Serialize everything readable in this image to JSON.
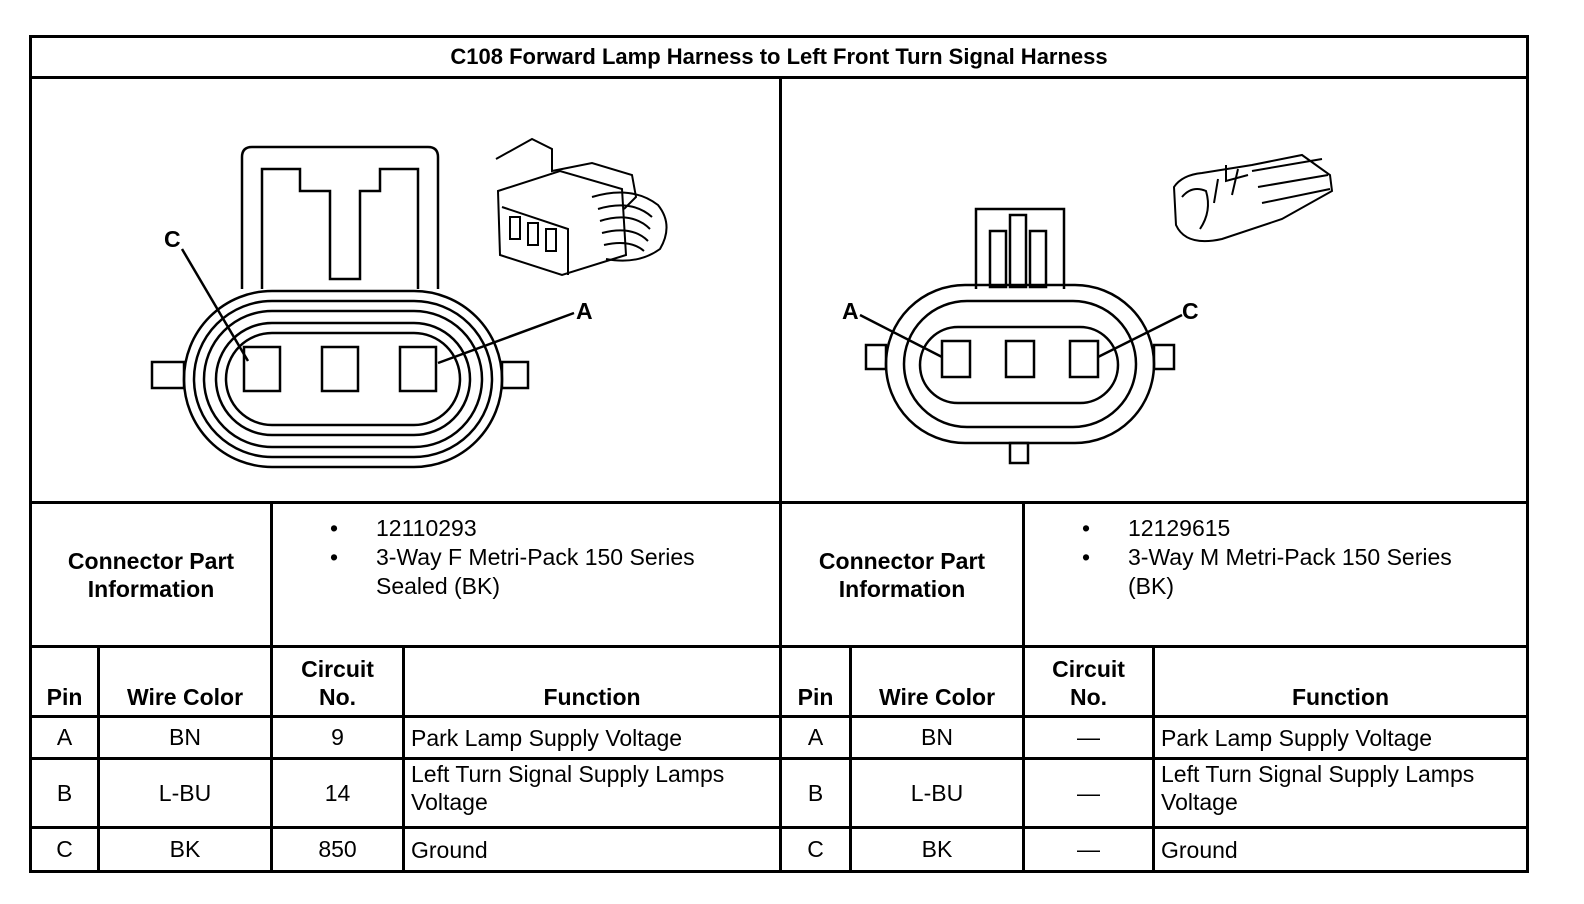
{
  "title": "C108 Forward Lamp Harness to Left Front Turn Signal Harness",
  "left_connector": {
    "pin_labels": {
      "c": "C",
      "a": "A"
    },
    "part_info_label": [
      "Connector Part",
      "Information"
    ],
    "part_info": [
      "12110293",
      "3-Way F Metri-Pack 150 Series",
      "Sealed (BK)"
    ],
    "headers": {
      "pin": "Pin",
      "wire_color": "Wire Color",
      "circuit": [
        "Circuit",
        "No."
      ],
      "function": "Function"
    },
    "rows": [
      {
        "pin": "A",
        "wire_color": "BN",
        "circuit": "9",
        "function": [
          "Park Lamp Supply Voltage"
        ]
      },
      {
        "pin": "B",
        "wire_color": "L-BU",
        "circuit": "14",
        "function": [
          "Left Turn Signal Supply Lamps",
          "Voltage"
        ]
      },
      {
        "pin": "C",
        "wire_color": "BK",
        "circuit": "850",
        "function": [
          "Ground"
        ]
      }
    ]
  },
  "right_connector": {
    "pin_labels": {
      "a": "A",
      "c": "C"
    },
    "part_info_label": [
      "Connector Part",
      "Information"
    ],
    "part_info": [
      "12129615",
      "3-Way M Metri-Pack 150 Series",
      "(BK)"
    ],
    "headers": {
      "pin": "Pin",
      "wire_color": "Wire Color",
      "circuit": [
        "Circuit",
        "No."
      ],
      "function": "Function"
    },
    "rows": [
      {
        "pin": "A",
        "wire_color": "BN",
        "circuit": "—",
        "function": [
          "Park Lamp Supply Voltage"
        ]
      },
      {
        "pin": "B",
        "wire_color": "L-BU",
        "circuit": "—",
        "function": [
          "Left Turn Signal Supply Lamps",
          "Voltage"
        ]
      },
      {
        "pin": "C",
        "wire_color": "BK",
        "circuit": "—",
        "function": [
          "Ground"
        ]
      }
    ]
  }
}
